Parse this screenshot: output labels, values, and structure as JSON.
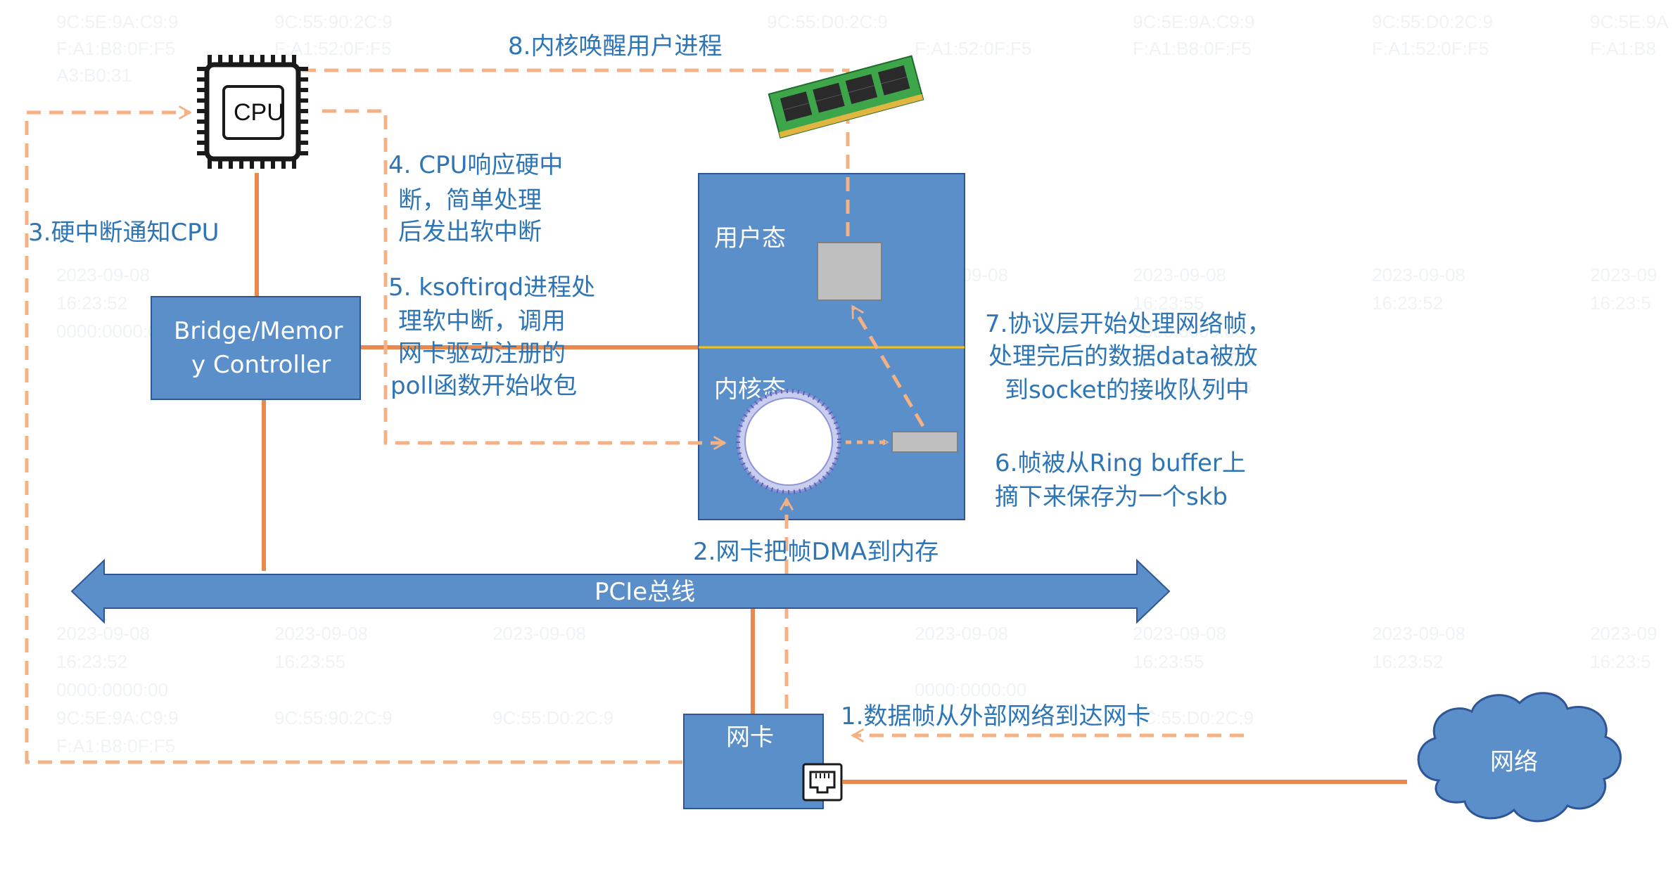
{
  "diagram": {
    "cpu_label": "CPU",
    "bridge_label_line1": "Bridge/Memor",
    "bridge_label_line2": "y Controller",
    "user_space_label": "用户态",
    "kernel_space_label": "内核态",
    "pcie_label": "PCIe总线",
    "nic_label": "网卡",
    "network_label": "网络",
    "steps": {
      "step1": "1.数据帧从外部网络到达网卡",
      "step2": "2.网卡把帧DMA到内存",
      "step3": "3.硬中断通知CPU",
      "step4_line1": "4. CPU响应硬中",
      "step4_line2": "断，简单处理",
      "step4_line3": "后发出软中断",
      "step5_line1": "5. ksoftirqd进程处",
      "step5_line2": "理软中断，调用",
      "step5_line3": "网卡驱动注册的",
      "step5_line4": "poll函数开始收包",
      "step6_line1": "6.帧被从Ring buffer上",
      "step6_line2": "摘下来保存为一个skb",
      "step7_line1": "7.协议层开始处理网络帧，",
      "step7_line2": "处理完后的数据data被放",
      "step7_line3": "到socket的接收队列中",
      "step8": "8.内核唤醒用户进程"
    },
    "colors": {
      "box_blue": "#5b8fc9",
      "box_border": "#2f5597",
      "arrow_orange": "#e9894e",
      "dashed_orange": "#f4b183",
      "text_blue": "#2e75b6",
      "divider_yellow": "#ffc000"
    },
    "icons": [
      "cpu-chip-icon",
      "memory-module-icon",
      "ethernet-port-icon",
      "network-cloud-icon",
      "ring-buffer-icon"
    ]
  }
}
